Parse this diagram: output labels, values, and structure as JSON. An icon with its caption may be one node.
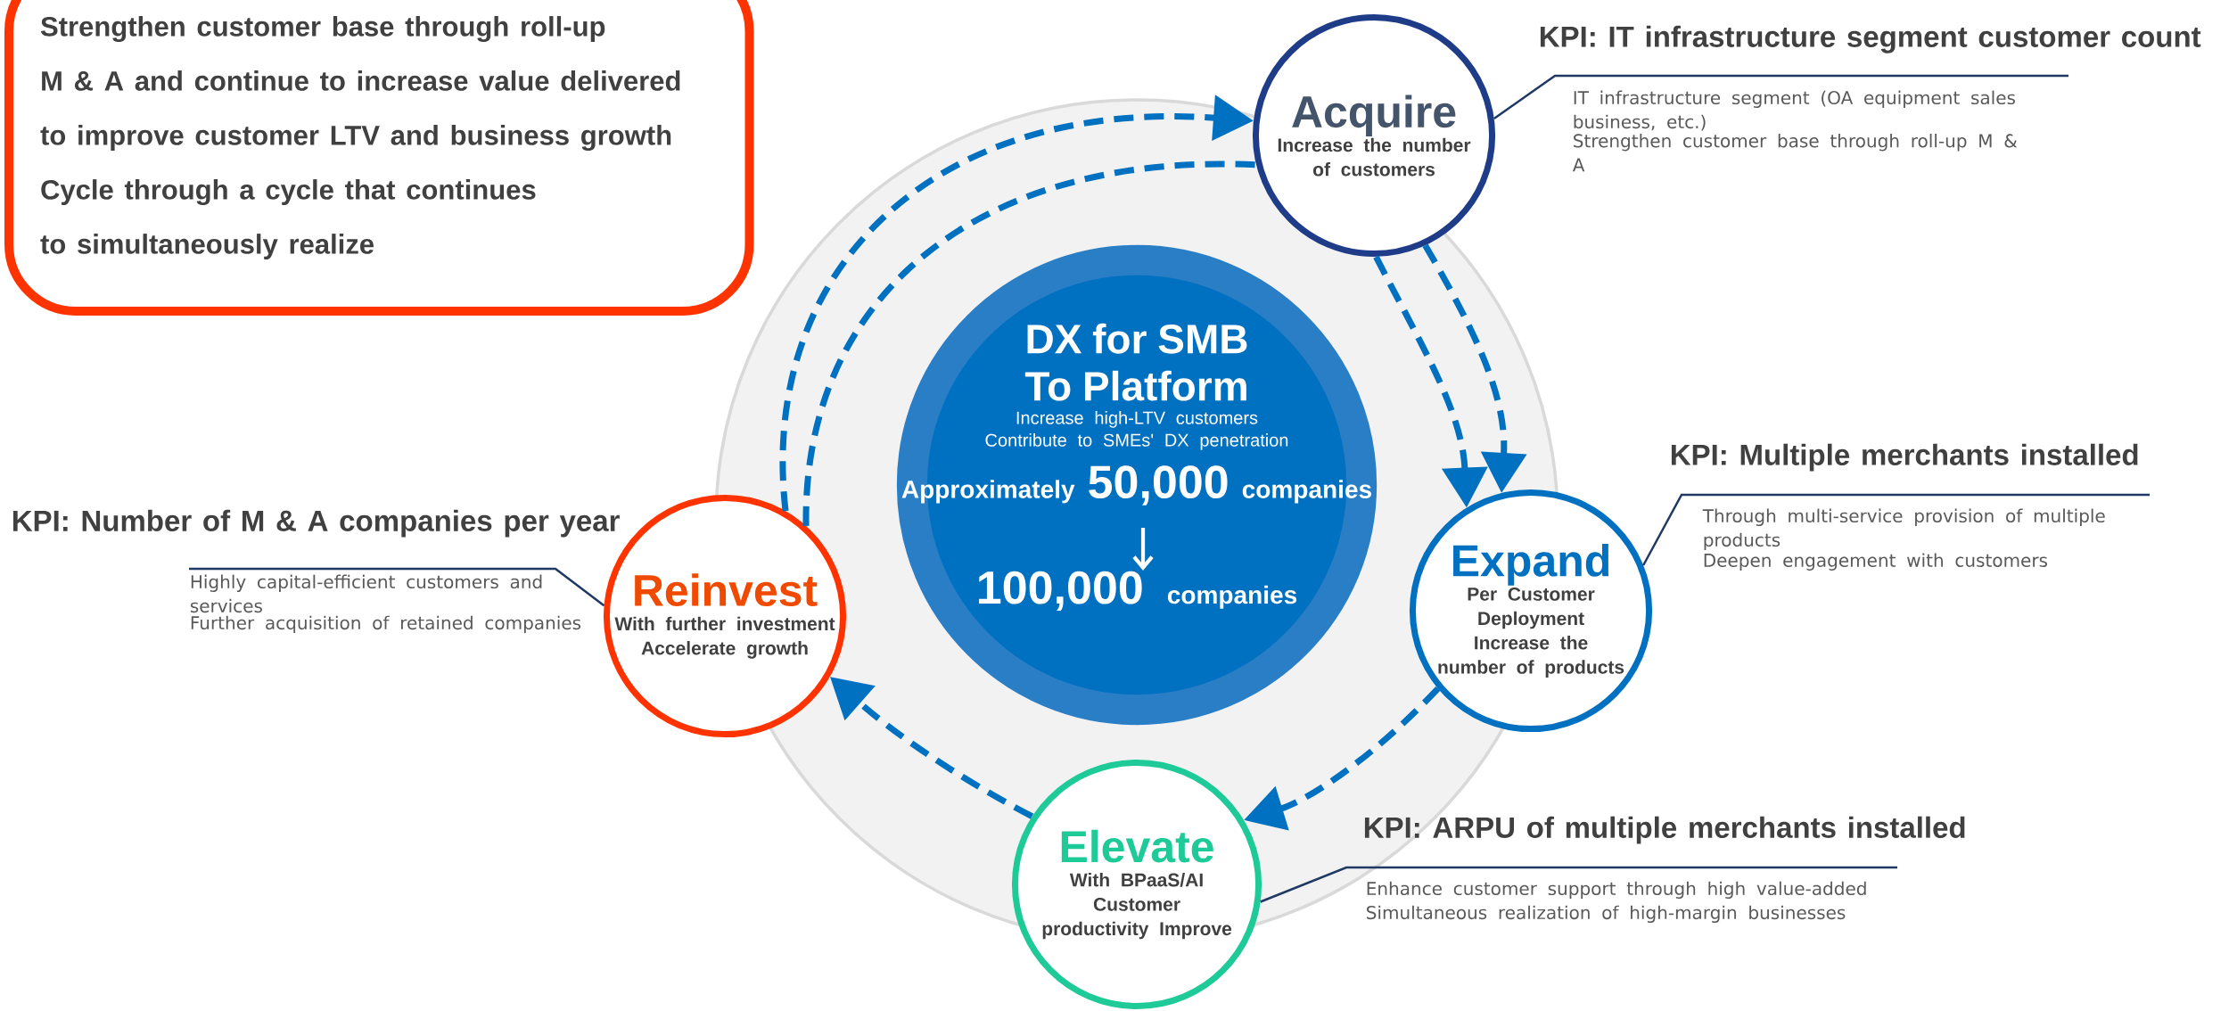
{
  "diagram": {
    "nodes": [
      {
        "text": [
          "Strengthen customer base through roll-up",
          "M & A and continue to increase value delivered",
          "to improve customer LTV and business growth",
          "Cycle through a cycle that continues",
          "to simultaneously realize"
        ]
      },
      {
        "text": [
          "Acquire",
          "Increase the number of customers"
        ]
      },
      {
        "text": [
          "KPI: IT infrastructure segment customer count",
          "IT infrastructure segment (OA equipment sales business, etc.)",
          "Strengthen customer base through roll-up M & A"
        ]
      },
      {
        "text": [
          "DX for SMB To Platform",
          "Increase high-LTV customers Contribute to SMEs' DX penetration",
          "Approximately",
          "50,000",
          "companies",
          "100,000",
          "companies"
        ]
      },
      {
        "text": [
          "KPI: Multiple merchants installed",
          "Through multi-service provision of multiple products",
          "Deepen engagement with customers"
        ]
      },
      {
        "text": [
          "Expand",
          "Per Customer Deployment",
          "Increase the number of products"
        ]
      },
      {
        "text": [
          "KPI: Number of M & A companies per year",
          "Highly capital-efficient customers and services",
          "Further acquisition of retained companies"
        ]
      },
      {
        "text": [
          "Reinvest",
          "With further investment",
          "Accelerate growth"
        ]
      },
      {
        "text": [
          "KPI: ARPU of multiple merchants installed",
          "Enhance customer support through high value-added",
          "Simultaneous realization of high-margin businesses"
        ]
      },
      {
        "text": [
          "Elevate",
          "With BPaaS/AI",
          "Customer productivity Improve"
        ]
      }
    ],
    "edges": [
      {
        "from": 7,
        "to": 1,
        "arrow": "to",
        "style": "dashed"
      },
      {
        "from": 7,
        "to": 1,
        "arrow": "none",
        "style": "dashed"
      },
      {
        "from": 1,
        "to": 5,
        "arrow": "to",
        "style": "dashed"
      },
      {
        "from": 1,
        "to": 5,
        "arrow": "to",
        "style": "dashed"
      },
      {
        "from": 5,
        "to": 9,
        "arrow": "to",
        "style": "dashed"
      },
      {
        "from": 9,
        "to": 7,
        "arrow": "to",
        "style": "dashed"
      },
      {
        "from": 2,
        "to": 1,
        "arrow": "none",
        "color": "#1f3864"
      },
      {
        "from": 4,
        "to": 5,
        "arrow": "none",
        "color": "#1f3864"
      },
      {
        "from": 6,
        "to": 7,
        "arrow": "none",
        "color": "#1f3864"
      },
      {
        "from": 8,
        "to": 9,
        "arrow": "none",
        "color": "#1f3864"
      }
    ]
  }
}
